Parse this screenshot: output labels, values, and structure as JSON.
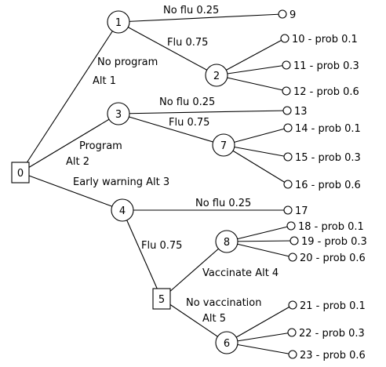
{
  "tree": {
    "nodes": [
      {
        "id": "n0",
        "shape": "box",
        "label": "0"
      },
      {
        "id": "n1",
        "shape": "circle",
        "label": "1"
      },
      {
        "id": "n2",
        "shape": "circle",
        "label": "2"
      },
      {
        "id": "n3",
        "shape": "circle",
        "label": "3"
      },
      {
        "id": "n4",
        "shape": "circle",
        "label": "4"
      },
      {
        "id": "n5",
        "shape": "box",
        "label": "5"
      },
      {
        "id": "n6",
        "shape": "circle",
        "label": "6"
      },
      {
        "id": "n7",
        "shape": "circle",
        "label": "7"
      },
      {
        "id": "n8",
        "shape": "circle",
        "label": "8"
      },
      {
        "id": "n9",
        "shape": "leaf",
        "label": "9"
      },
      {
        "id": "n10",
        "shape": "leaf",
        "label": "10 - prob 0.1"
      },
      {
        "id": "n11",
        "shape": "leaf",
        "label": "11 - prob 0.3"
      },
      {
        "id": "n12",
        "shape": "leaf",
        "label": "12 - prob 0.6"
      },
      {
        "id": "n13",
        "shape": "leaf",
        "label": "13"
      },
      {
        "id": "n14",
        "shape": "leaf",
        "label": "14 - prob 0.1"
      },
      {
        "id": "n15",
        "shape": "leaf",
        "label": "15 - prob 0.3"
      },
      {
        "id": "n16",
        "shape": "leaf",
        "label": "16 - prob 0.6"
      },
      {
        "id": "n17",
        "shape": "leaf",
        "label": "17"
      },
      {
        "id": "n18",
        "shape": "leaf",
        "label": "18 - prob 0.1"
      },
      {
        "id": "n19",
        "shape": "leaf",
        "label": "19 - prob 0.3"
      },
      {
        "id": "n20",
        "shape": "leaf",
        "label": "20 - prob 0.6"
      },
      {
        "id": "n21",
        "shape": "leaf",
        "label": "21 - prob 0.1"
      },
      {
        "id": "n22",
        "shape": "leaf",
        "label": "22 - prob 0.3"
      },
      {
        "id": "n23",
        "shape": "leaf",
        "label": "23 - prob 0.6"
      }
    ],
    "edges": [
      {
        "from": "n0",
        "to": "n1"
      },
      {
        "from": "n0",
        "to": "n3"
      },
      {
        "from": "n0",
        "to": "n4"
      },
      {
        "from": "n1",
        "to": "n9"
      },
      {
        "from": "n1",
        "to": "n2"
      },
      {
        "from": "n2",
        "to": "n10"
      },
      {
        "from": "n2",
        "to": "n11"
      },
      {
        "from": "n2",
        "to": "n12"
      },
      {
        "from": "n3",
        "to": "n13"
      },
      {
        "from": "n3",
        "to": "n7"
      },
      {
        "from": "n7",
        "to": "n14"
      },
      {
        "from": "n7",
        "to": "n15"
      },
      {
        "from": "n7",
        "to": "n16"
      },
      {
        "from": "n4",
        "to": "n17"
      },
      {
        "from": "n4",
        "to": "n5"
      },
      {
        "from": "n5",
        "to": "n8"
      },
      {
        "from": "n5",
        "to": "n6"
      },
      {
        "from": "n8",
        "to": "n18"
      },
      {
        "from": "n8",
        "to": "n19"
      },
      {
        "from": "n8",
        "to": "n20"
      },
      {
        "from": "n6",
        "to": "n21"
      },
      {
        "from": "n6",
        "to": "n22"
      },
      {
        "from": "n6",
        "to": "n23"
      }
    ],
    "edge_labels": {
      "no_flu_1": "No flu 0.25",
      "flu_1": "Flu 0.75",
      "no_program": "No program",
      "alt_1": "Alt 1",
      "no_flu_3": "No flu 0.25",
      "flu_3": "Flu 0.75",
      "program": "Program",
      "alt_2": "Alt 2",
      "early_warning": "Early warning Alt 3",
      "no_flu_4": "No flu 0.25",
      "flu_4": "Flu 0.75",
      "vaccinate": "Vaccinate Alt 4",
      "no_vaccination": "No vaccination",
      "alt_5": "Alt 5"
    }
  }
}
